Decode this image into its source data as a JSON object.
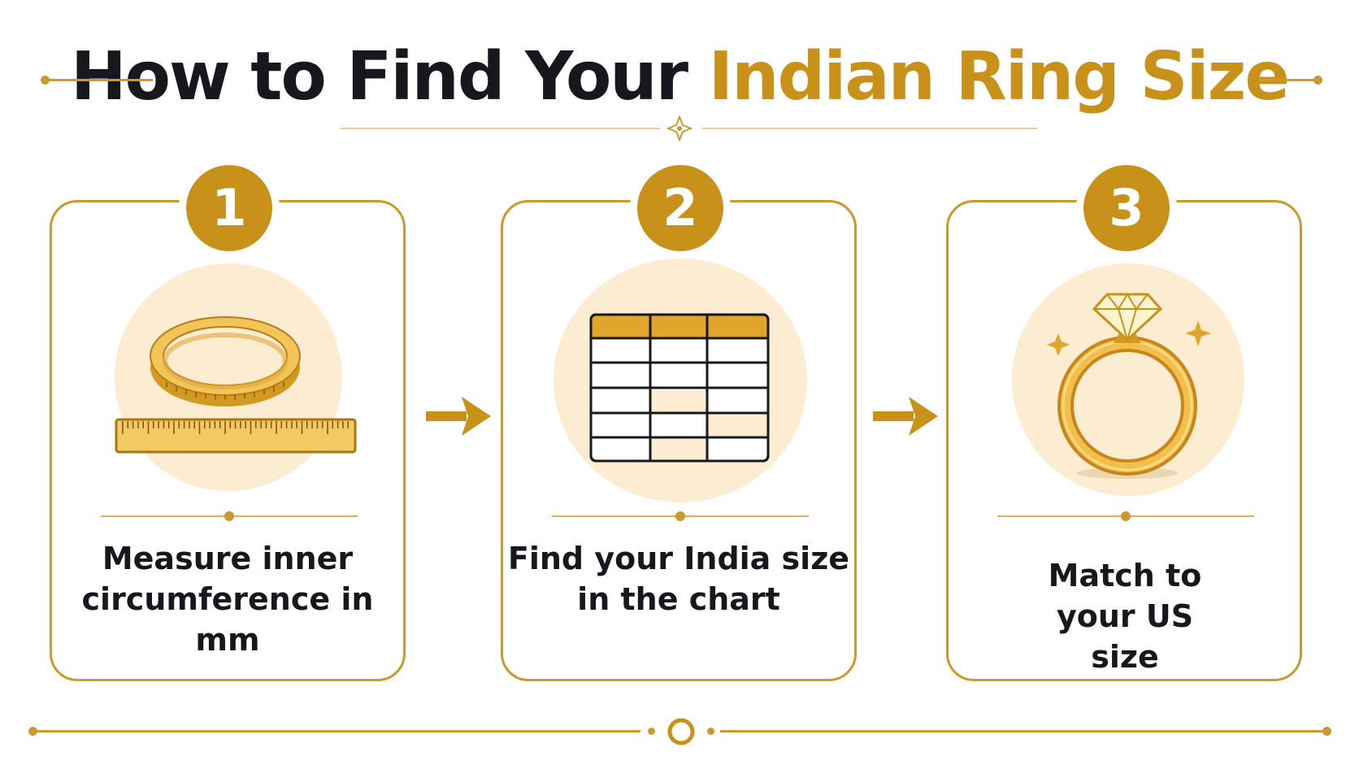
{
  "title": {
    "part1": "How to Find Your ",
    "part2": "Indian Ring Size"
  },
  "colors": {
    "gold": "#c8921a",
    "dark": "#16181d",
    "halo": "#fcecd2",
    "border": "#c99a2e"
  },
  "steps": [
    {
      "number": "1",
      "icon": "ring-with-ruler-icon",
      "text": "Measure inner circumference in mm"
    },
    {
      "number": "2",
      "icon": "size-chart-table-icon",
      "text": "Find your India size in the chart"
    },
    {
      "number": "3",
      "icon": "diamond-ring-icon",
      "text": "Match to your US size"
    }
  ]
}
